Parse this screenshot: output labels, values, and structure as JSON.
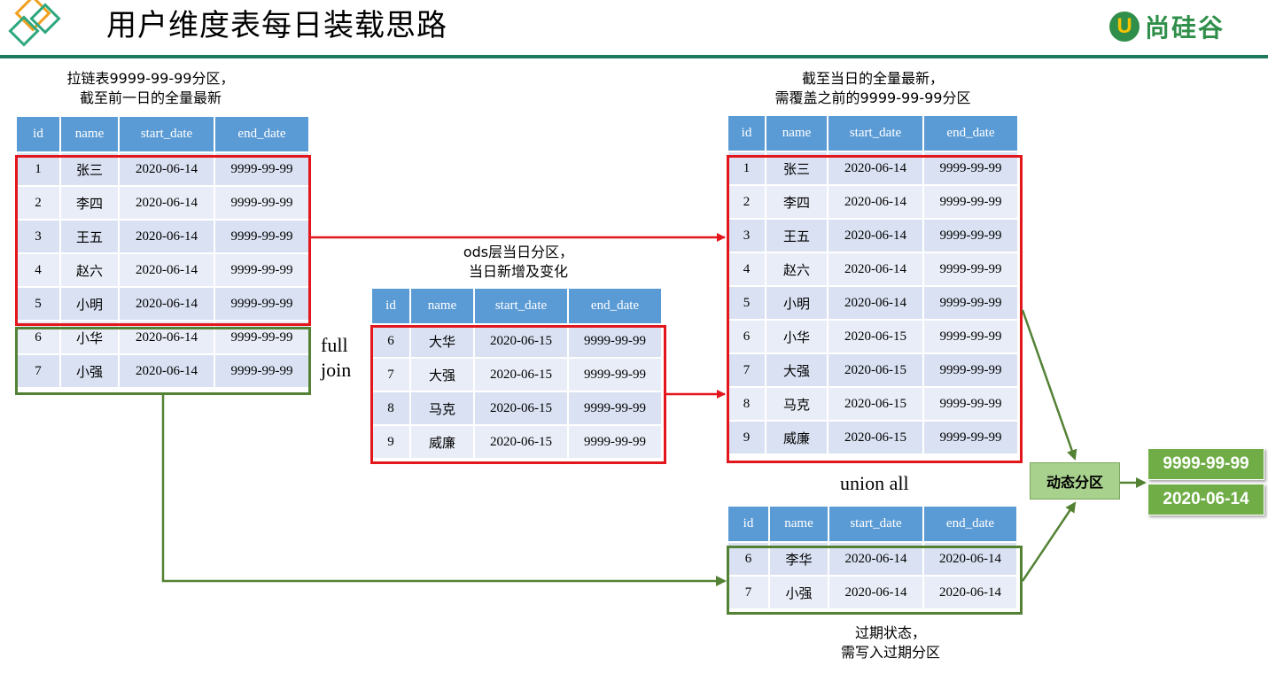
{
  "title": "用户维度表每日装载思路",
  "logo_text": "尚硅谷",
  "columns": [
    "id",
    "name",
    "start_date",
    "end_date"
  ],
  "captions": {
    "left": "拉链表9999-99-99分区，\n截至前一日的全量最新",
    "middle": "ods层当日分区，\n当日新增及变化",
    "right_top": "截至当日的全量最新，\n需覆盖之前的9999-99-99分区",
    "right_bottom": "过期状态，\n需写入过期分区"
  },
  "labels": {
    "full_join": "full\njoin",
    "union_all": "union all",
    "dynamic_partition": "动态分区",
    "partition_1": "9999-99-99",
    "partition_2": "2020-06-14"
  },
  "left_table": [
    [
      "1",
      "张三",
      "2020-06-14",
      "9999-99-99"
    ],
    [
      "2",
      "李四",
      "2020-06-14",
      "9999-99-99"
    ],
    [
      "3",
      "王五",
      "2020-06-14",
      "9999-99-99"
    ],
    [
      "4",
      "赵六",
      "2020-06-14",
      "9999-99-99"
    ],
    [
      "5",
      "小明",
      "2020-06-14",
      "9999-99-99"
    ],
    [
      "6",
      "小华",
      "2020-06-14",
      "9999-99-99"
    ],
    [
      "7",
      "小强",
      "2020-06-14",
      "9999-99-99"
    ]
  ],
  "middle_table": [
    [
      "6",
      "大华",
      "2020-06-15",
      "9999-99-99"
    ],
    [
      "7",
      "大强",
      "2020-06-15",
      "9999-99-99"
    ],
    [
      "8",
      "马克",
      "2020-06-15",
      "9999-99-99"
    ],
    [
      "9",
      "威廉",
      "2020-06-15",
      "9999-99-99"
    ]
  ],
  "right_top_table": [
    [
      "1",
      "张三",
      "2020-06-14",
      "9999-99-99"
    ],
    [
      "2",
      "李四",
      "2020-06-14",
      "9999-99-99"
    ],
    [
      "3",
      "王五",
      "2020-06-14",
      "9999-99-99"
    ],
    [
      "4",
      "赵六",
      "2020-06-14",
      "9999-99-99"
    ],
    [
      "5",
      "小明",
      "2020-06-14",
      "9999-99-99"
    ],
    [
      "6",
      "小华",
      "2020-06-15",
      "9999-99-99"
    ],
    [
      "7",
      "大强",
      "2020-06-15",
      "9999-99-99"
    ],
    [
      "8",
      "马克",
      "2020-06-15",
      "9999-99-99"
    ],
    [
      "9",
      "威廉",
      "2020-06-15",
      "9999-99-99"
    ]
  ],
  "right_bottom_table": [
    [
      "6",
      "李华",
      "2020-06-14",
      "2020-06-14"
    ],
    [
      "7",
      "小强",
      "2020-06-14",
      "2020-06-14"
    ]
  ],
  "colors": {
    "header_blue": "#5b9bd5",
    "row_fill": "#d9e1f2",
    "red_outline": "#e3161c",
    "green_outline": "#548235",
    "partition_green": "#70ad47",
    "title_rule": "#1e7a5e"
  },
  "icons": [
    "logo-diamond-icon",
    "shangguigu-logo-icon"
  ]
}
